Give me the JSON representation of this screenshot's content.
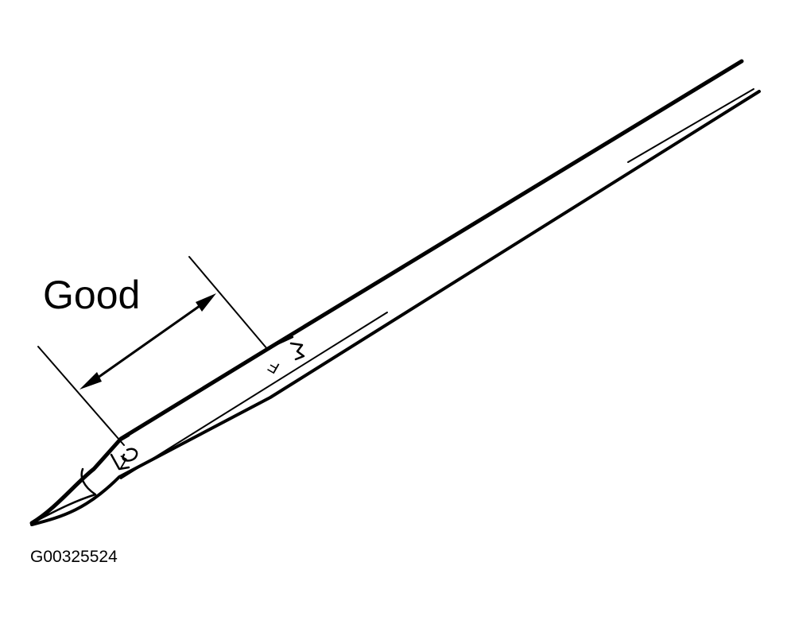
{
  "diagram": {
    "range_label": "Good",
    "figure_id": "G00325524",
    "upper_mark": "F",
    "lower_mark": "L",
    "ink_color": "#000000"
  }
}
